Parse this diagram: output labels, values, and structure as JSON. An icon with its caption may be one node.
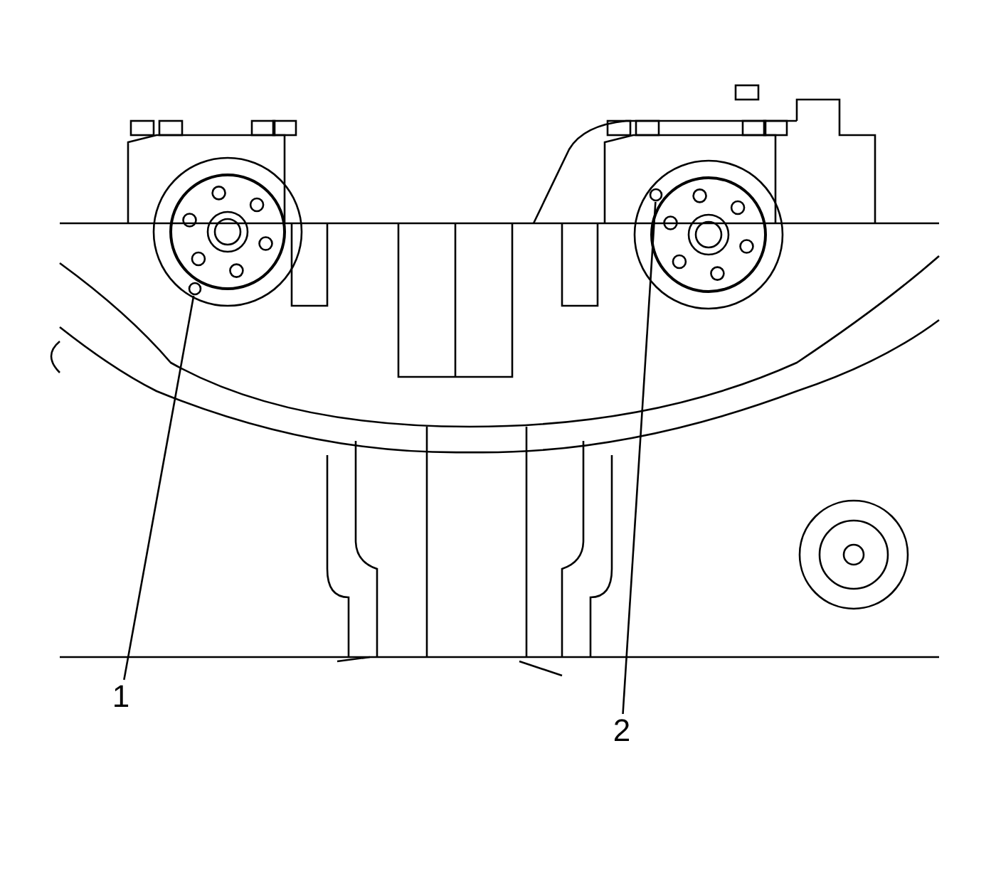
{
  "diagram": {
    "nodes": [
      {
        "text": [
          "1"
        ]
      },
      {
        "text": [],
        "shape": "circle"
      },
      {
        "text": [
          "2"
        ]
      },
      {
        "text": [],
        "shape": "circle"
      }
    ],
    "edges": [
      {
        "from": 0,
        "to": 1,
        "arrow": "none"
      },
      {
        "from": 2,
        "to": 3,
        "arrow": "none"
      }
    ]
  }
}
